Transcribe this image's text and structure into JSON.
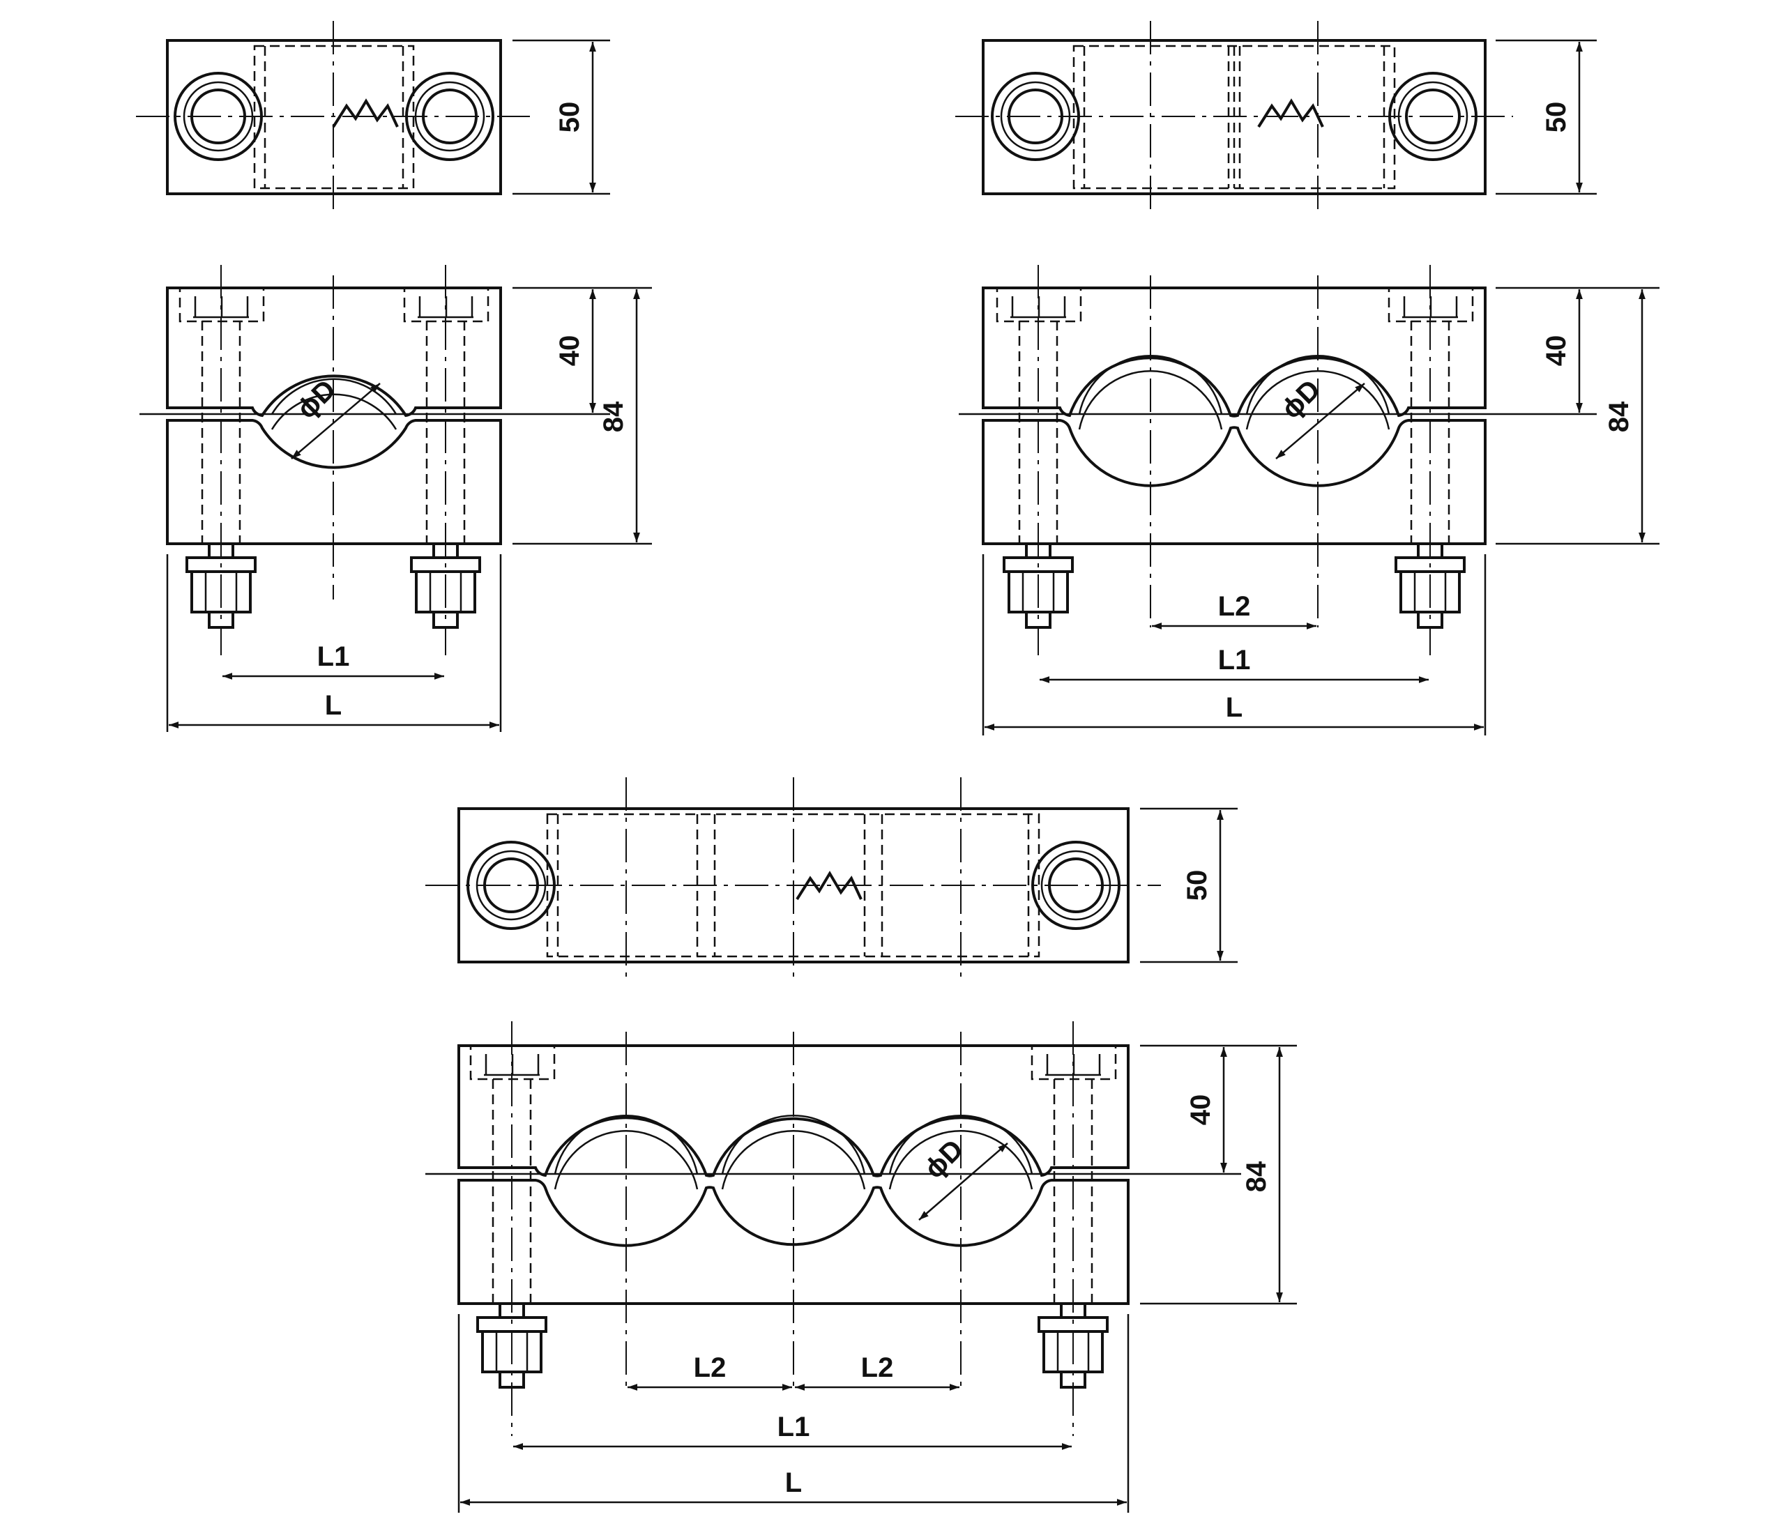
{
  "drawings": [
    {
      "id": "single",
      "top_view": {
        "height_label": "50"
      },
      "side_view": {
        "upper_height_label": "40",
        "total_height_label": "84",
        "diameter_label": "ϕD"
      },
      "dims": {
        "bolt_spacing_label": "L1",
        "length_label": "L"
      }
    },
    {
      "id": "double",
      "top_view": {
        "height_label": "50"
      },
      "side_view": {
        "upper_height_label": "40",
        "total_height_label": "84",
        "diameter_label": "ϕD"
      },
      "dims": {
        "pitch_label": "L2",
        "bolt_spacing_label": "L1",
        "length_label": "L"
      }
    },
    {
      "id": "triple",
      "top_view": {
        "height_label": "50"
      },
      "side_view": {
        "upper_height_label": "40",
        "total_height_label": "84",
        "diameter_label": "ϕD"
      },
      "dims": {
        "pitch_label_1": "L2",
        "pitch_label_2": "L2",
        "bolt_spacing_label": "L1",
        "length_label": "L"
      }
    }
  ]
}
